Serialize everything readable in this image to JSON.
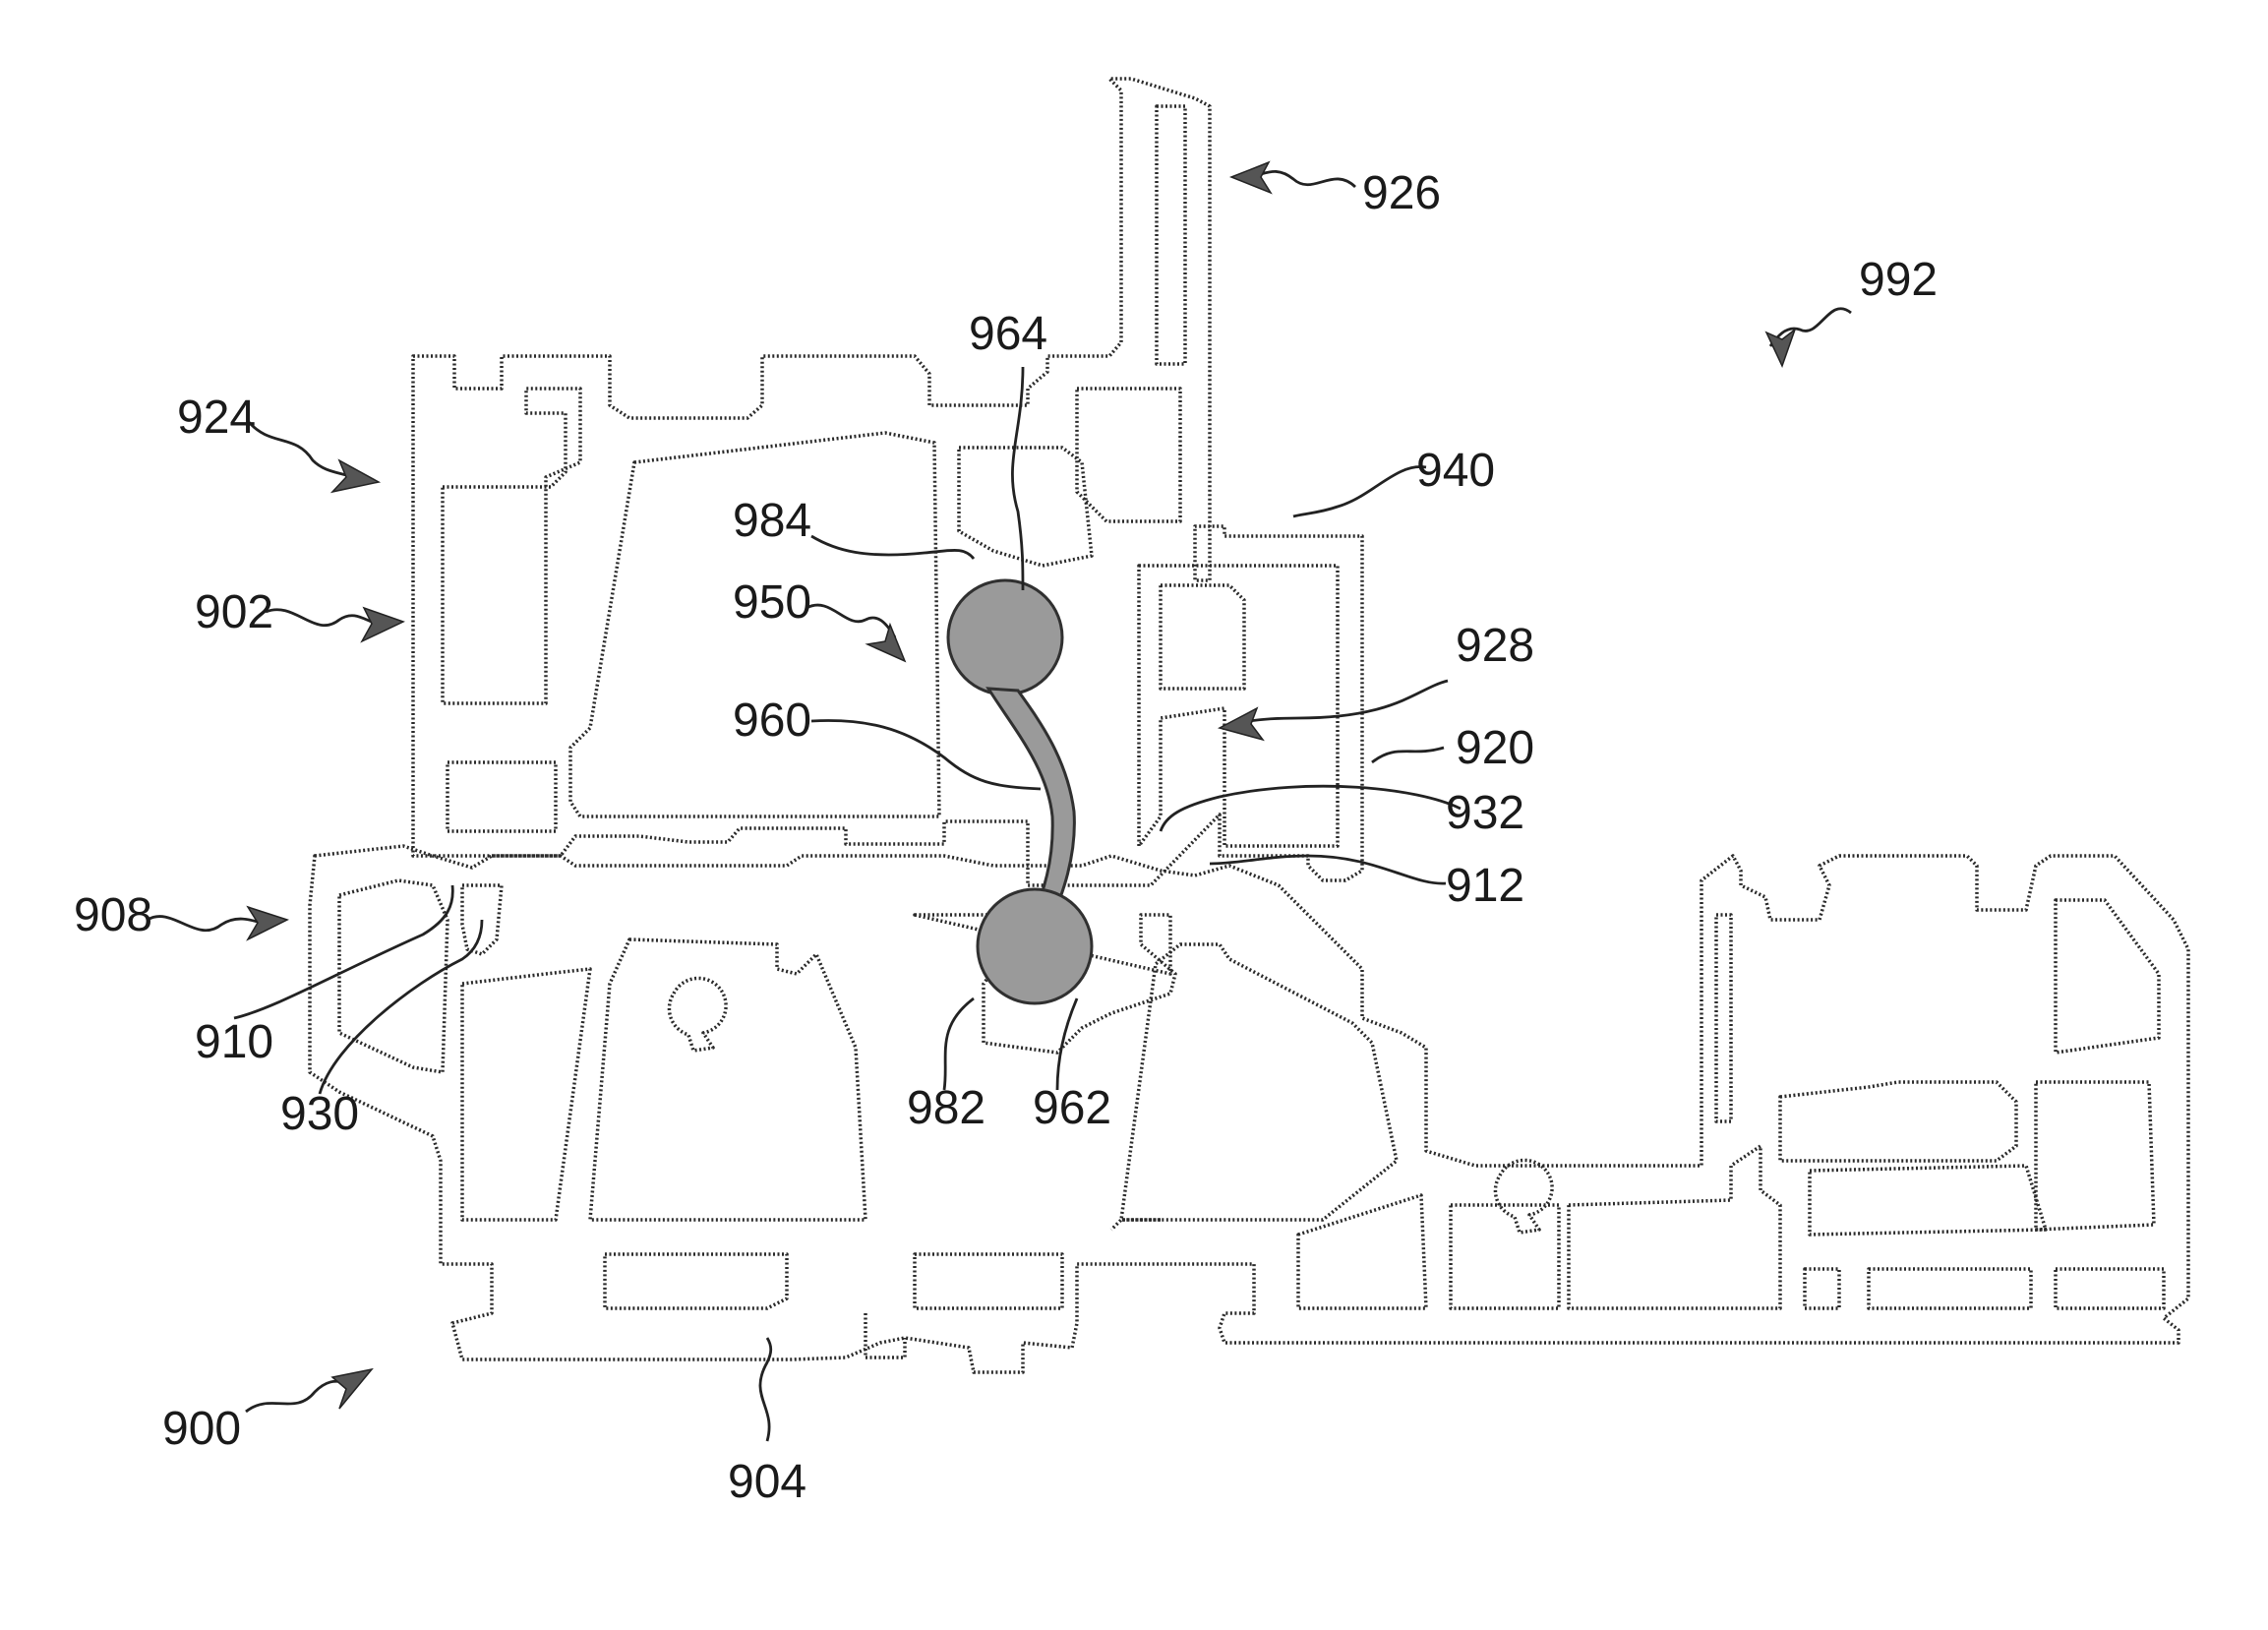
{
  "figure": {
    "labels": {
      "l900": "900",
      "l902": "902",
      "l904": "904",
      "l908": "908",
      "l910": "910",
      "l912": "912",
      "l920": "920",
      "l924": "924",
      "l926": "926",
      "l928": "928",
      "l930": "930",
      "l932": "932",
      "l940": "940",
      "l950": "950",
      "l960": "960",
      "l962": "962",
      "l964": "964",
      "l982": "982",
      "l984": "984",
      "l992": "992"
    }
  }
}
